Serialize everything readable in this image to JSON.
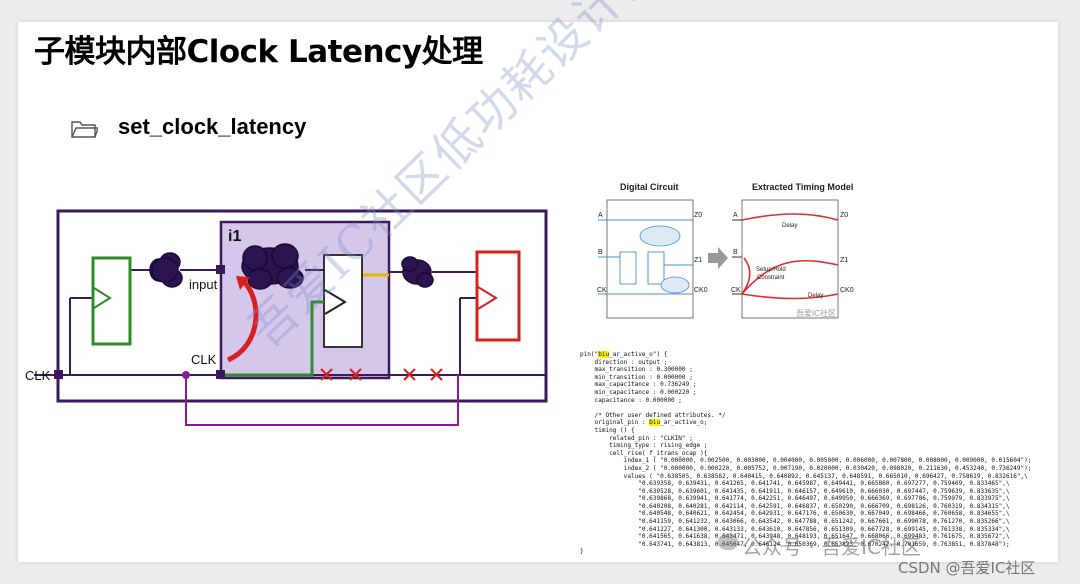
{
  "slide": {
    "title": "子模块内部Clock Latency处理",
    "bullet": "set_clock_latency"
  },
  "circuit": {
    "inst_label": "i1",
    "input_label": "input",
    "clk_inner_label": "CLK",
    "clk_outer_label": "CLK"
  },
  "etm": {
    "digital_title": "Digital Circuit",
    "model_title": "Extracted Timing Model",
    "pin_a": "A",
    "pin_b": "B",
    "pin_ck": "CK",
    "pin_a2": "A",
    "pin_b2": "B",
    "pin_ck2": "CK",
    "out_z0": "Z0",
    "out_z1": "Z1",
    "out_ck": "CK0",
    "out_z0b": "Z0",
    "out_z1b": "Z1",
    "out_ckb": "CK0",
    "delay1": "Delay",
    "delay2": "Delay",
    "setup_hold": "Setup/Hold\nConstraint",
    "small_wm": "吾爱IC社区"
  },
  "code_lines": [
    "pin(\"biu_ar_active_o\") {",
    "    direction : output ;",
    "    max_transition : 0.300000 ;",
    "    min_transition : 0.000000 ;",
    "    max_capacitance : 0.736249 ;",
    "    min_capacitance : 0.000220 ;",
    "    capacitance : 0.000000 ;",
    "",
    "    /* Other user defined attributes. */",
    "    original_pin : biu_ar_active_o;",
    "    timing () {",
    "        related_pin : \"CLKIN\" ;",
    "        timing_type : rising_edge ;",
    "        cell_rise( f_itrans_ocap ){",
    "            index_1 ( \"0.000000, 0.002500, 0.003000, 0.004000, 0.005000, 0.006000, 0.007800, 0.008000, 0.009000, 0.015604\");",
    "            index_2 ( \"0.000000, 0.000220, 0.005752, 0.007190, 0.020000, 0.030420, 0.098020, 0.211630, 0.453240, 0.736249\");",
    "            values ( \"0.638505, 0.638582, 0.640415, 0.640892, 0.645137, 0.648591, 0.665010, 0.696427, 0.758619, 0.832616\",\\",
    "                \"0.639358, 0.639431, 0.641265, 0.641741, 0.645987, 0.649441, 0.665860, 0.697277, 0.759469, 0.833465\",\\",
    "                \"0.639528, 0.639601, 0.641435, 0.641911, 0.646157, 0.649610, 0.666030, 0.697447, 0.759639, 0.833635\",\\",
    "                \"0.639868, 0.639941, 0.641774, 0.642251, 0.646497, 0.649950, 0.666369, 0.697786, 0.759979, 0.833975\",\\",
    "                \"0.640208, 0.640281, 0.642114, 0.642591, 0.646837, 0.650290, 0.666709, 0.698126, 0.760319, 0.834315\",\\",
    "                \"0.640548, 0.640621, 0.642454, 0.642931, 0.647176, 0.650630, 0.667049, 0.698466, 0.760658, 0.834655\",\\",
    "                \"0.641159, 0.641232, 0.643066, 0.643542, 0.647788, 0.651242, 0.667661, 0.699078, 0.761270, 0.835266\",\\",
    "                \"0.641227, 0.641300, 0.643133, 0.643610, 0.647856, 0.651309, 0.667728, 0.699145, 0.761338, 0.835334\",\\",
    "                \"0.641565, 0.641638, 0.643471, 0.643948, 0.648193, 0.651647, 0.668066, 0.699483, 0.761675, 0.835672\",\\",
    "                \"0.643741, 0.643813, 0.645647, 0.646124, 0.650369, 0.653823, 0.670242, 0.701659, 0.763851, 0.837848\");",
    "}"
  ],
  "watermark": {
    "diagonal": "吾爱IC社区低功耗设计实现",
    "footer": "公众号 · 吾爱IC社区",
    "csdn": "CSDN @吾爱IC社区"
  }
}
